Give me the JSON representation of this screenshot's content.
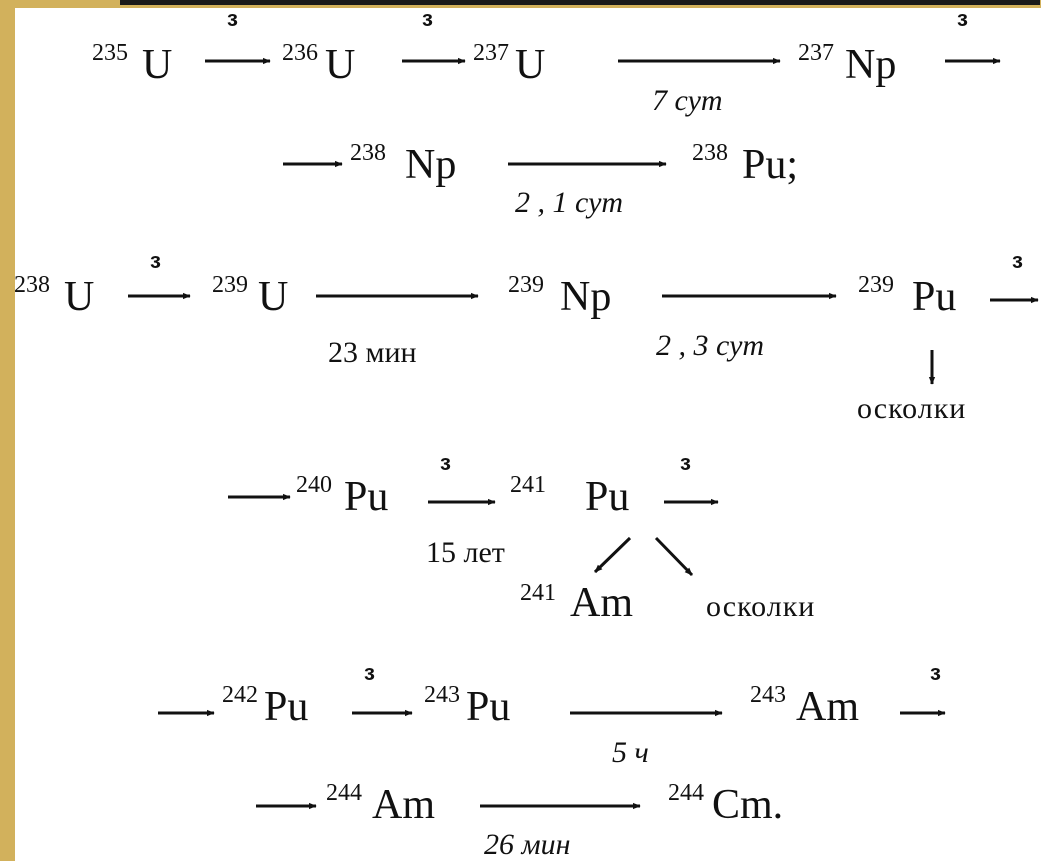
{
  "colors": {
    "frame": "#d2b15c",
    "ink": "#111111",
    "background": "#ffffff"
  },
  "marks": {
    "capture": "з"
  },
  "row1": {
    "u235_mass": "235",
    "u235_sym": "U",
    "u236_mass": "236",
    "u236_sym": "U",
    "u237_mass": "237",
    "u237_sym": "U",
    "t1": "7 сут",
    "np237_mass": "237",
    "np237_sym": "Np"
  },
  "row2": {
    "np238_mass": "238",
    "np238_sym": "Np",
    "t": "2 , 1 сут",
    "pu238_mass": "238",
    "pu238_sym": "Pu;"
  },
  "row3": {
    "u238_mass": "238",
    "u238_sym": "U",
    "u239_mass": "239",
    "u239_sym": "U",
    "t1": "23 мин",
    "np239_mass": "239",
    "np239_sym": "Np",
    "t2": "2 , 3 сут",
    "pu239_mass": "239",
    "pu239_sym": "Pu",
    "fragments": "осколки"
  },
  "row4": {
    "pu240_mass": "240",
    "pu240_sym": "Pu",
    "pu241_mass": "241",
    "pu241_sym": "Pu",
    "t": "15 лет",
    "am241_mass": "241",
    "am241_sym": "Am",
    "fragments": "осколки"
  },
  "row5": {
    "pu242_mass": "242",
    "pu242_sym": "Pu",
    "pu243_mass": "243",
    "pu243_sym": "Pu",
    "t": "5 ч",
    "am243_mass": "243",
    "am243_sym": "Am"
  },
  "row6": {
    "am244_mass": "244",
    "am244_sym": "Am",
    "t": "26 мин",
    "cm244_mass": "244",
    "cm244_sym": "Cm."
  }
}
